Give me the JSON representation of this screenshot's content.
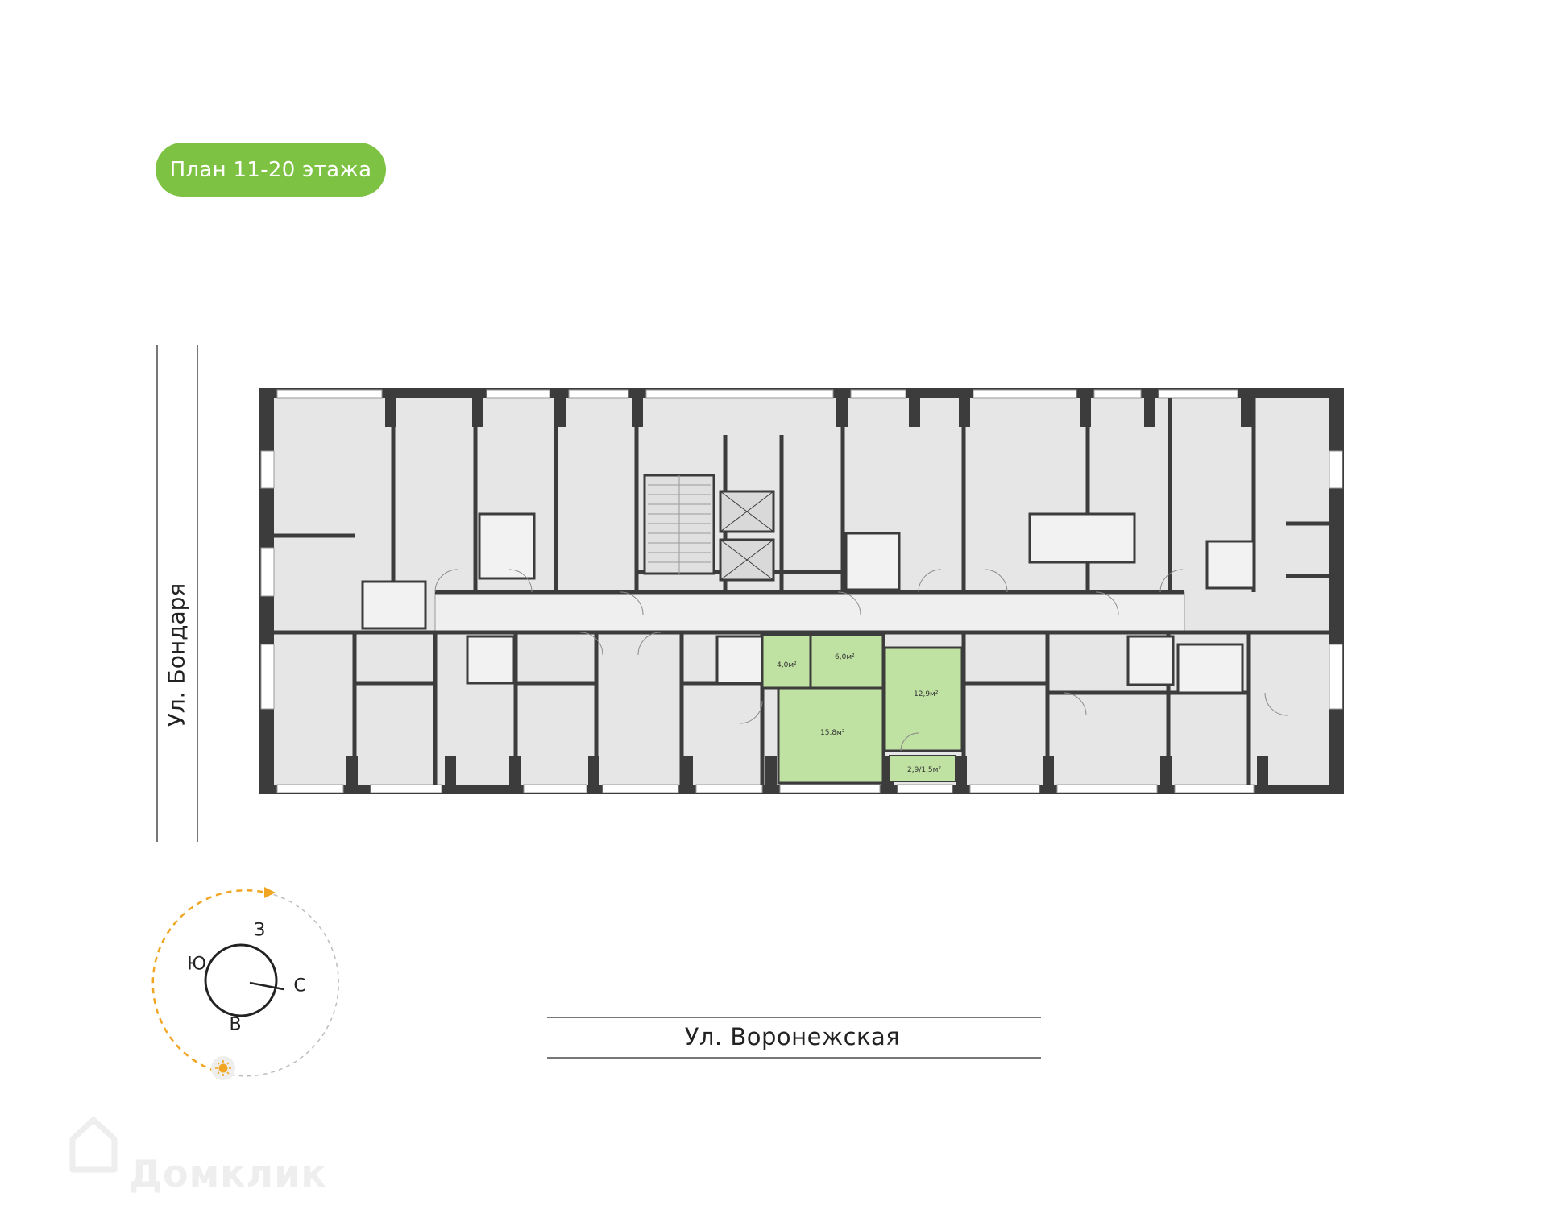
{
  "header": {
    "badge_label": "План 11-20 этажа"
  },
  "streets": {
    "left": "Ул. Бондаря",
    "bottom": "Ул. Воронежская"
  },
  "apartment": {
    "rooms": [
      {
        "name": "bathroom",
        "area": "4,0м²"
      },
      {
        "name": "hall",
        "area": "6,0м²"
      },
      {
        "name": "kitchen-living",
        "area": "15,8м²"
      },
      {
        "name": "bedroom",
        "area": "12,9м²"
      },
      {
        "name": "balcony",
        "area": "2,9/1,5м²"
      }
    ]
  },
  "compass": {
    "north": "С",
    "south": "Ю",
    "east": "В",
    "west": "З"
  },
  "watermark": {
    "text": "Домклик"
  },
  "colors": {
    "accent": "#7dc243",
    "highlight_fill": "#bfe1a2",
    "wall": "#3c3c3c",
    "room_fill": "#e6e6e6",
    "corridor_fill": "#efefef",
    "sun": "#f0a623"
  },
  "icons": [
    "sun-icon",
    "domclick-logo-icon"
  ]
}
